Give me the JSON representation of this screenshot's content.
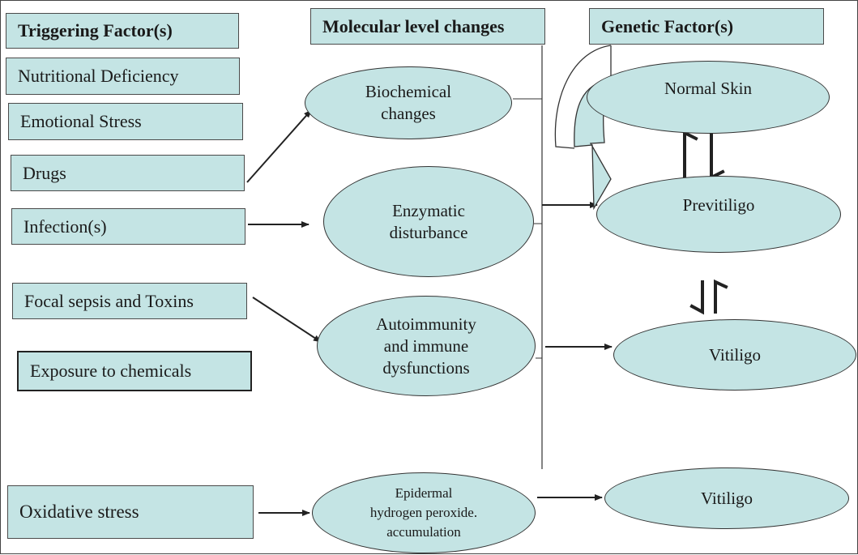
{
  "headers": {
    "triggering": "Triggering Factor(s)",
    "molecular": "Molecular level changes",
    "genetic": "Genetic Factor(s)"
  },
  "triggers": [
    "Nutritional Deficiency",
    "Emotional Stress",
    "Drugs",
    "Infection(s)",
    "Focal sepsis and Toxins",
    "Exposure to chemicals",
    "Oxidative stress"
  ],
  "molecular": [
    "Biochemical\nchanges",
    "Enzymatic\ndisturbance",
    "Autoimmunity\nand immune\ndysfunctions",
    "Epidermal\nhydrogen peroxide.\naccumulation"
  ],
  "genetic": [
    "Normal Skin",
    "Previtiligo",
    "Vitiligo",
    "Vitiligo"
  ],
  "colors": {
    "fill": "#c4e4e4",
    "border": "#333333",
    "arrow": "#222222"
  }
}
